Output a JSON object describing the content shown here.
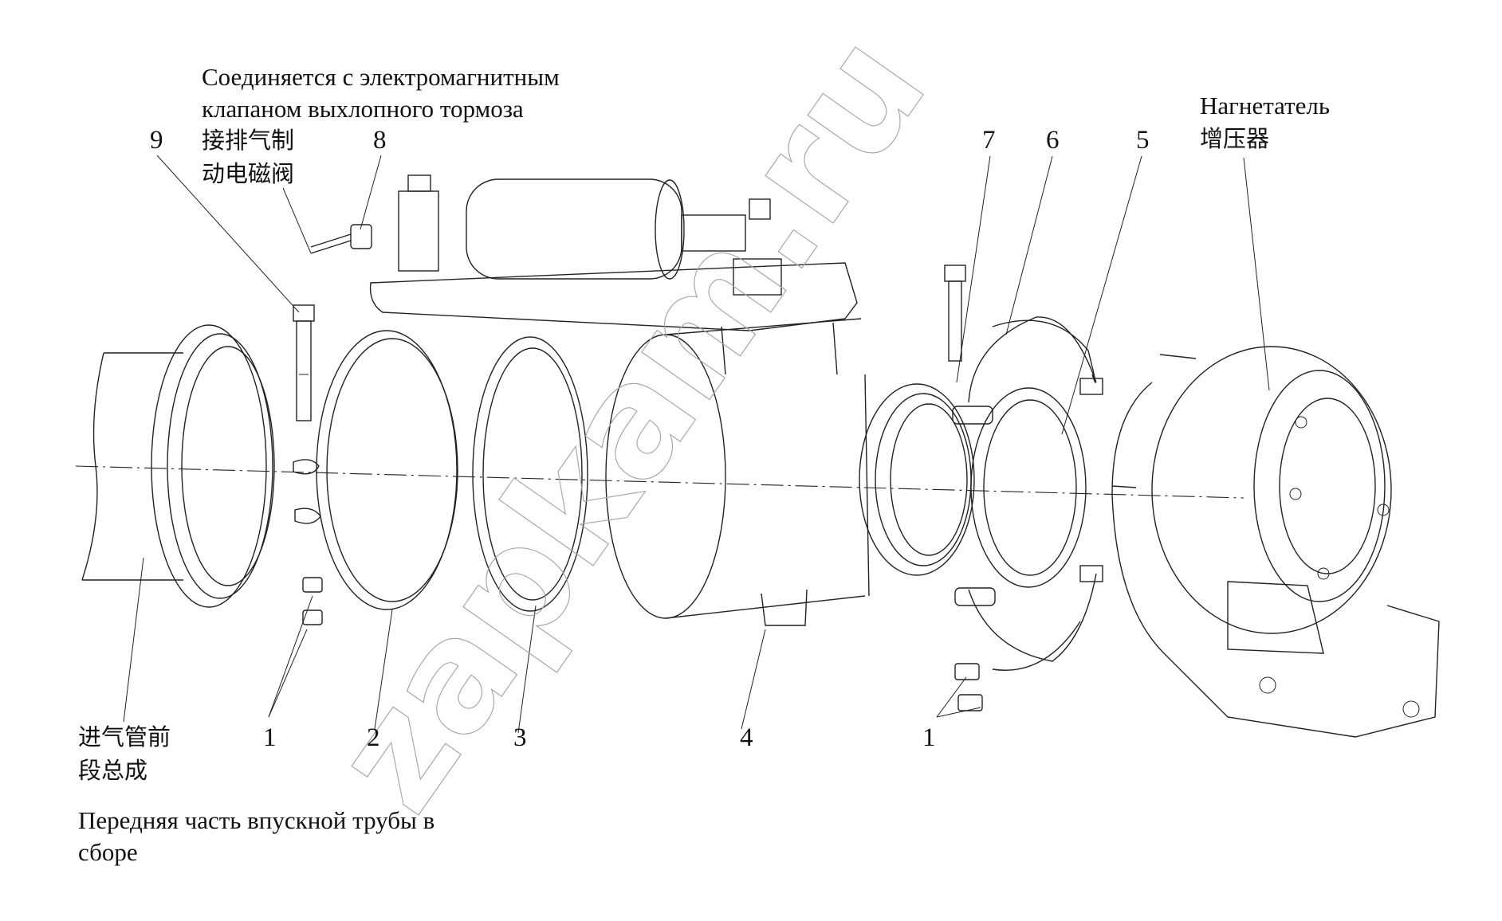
{
  "labels": {
    "solenoid_ru_1": "Соединяется с электромагнитным",
    "solenoid_ru_2": "клапаном выхлопного тормоза",
    "solenoid_cn_1": "接排气制",
    "solenoid_cn_2": "动电磁阀",
    "turbo_ru": "Нагнетатель",
    "turbo_cn": "增压器",
    "intake_cn_1": "进气管前",
    "intake_cn_2": "段总成",
    "intake_ru_1": "Передняя часть впускной трубы в",
    "intake_ru_2": "сборе"
  },
  "callouts": {
    "n9": "9",
    "n8": "8",
    "n7": "7",
    "n6": "6",
    "n5": "5",
    "n1a": "1",
    "n2": "2",
    "n3": "3",
    "n4": "4",
    "n1b": "1"
  },
  "watermark": "zapkam.ru",
  "colors": {
    "line": "#222222",
    "watermark": "#b5b5b5",
    "background": "#ffffff"
  }
}
